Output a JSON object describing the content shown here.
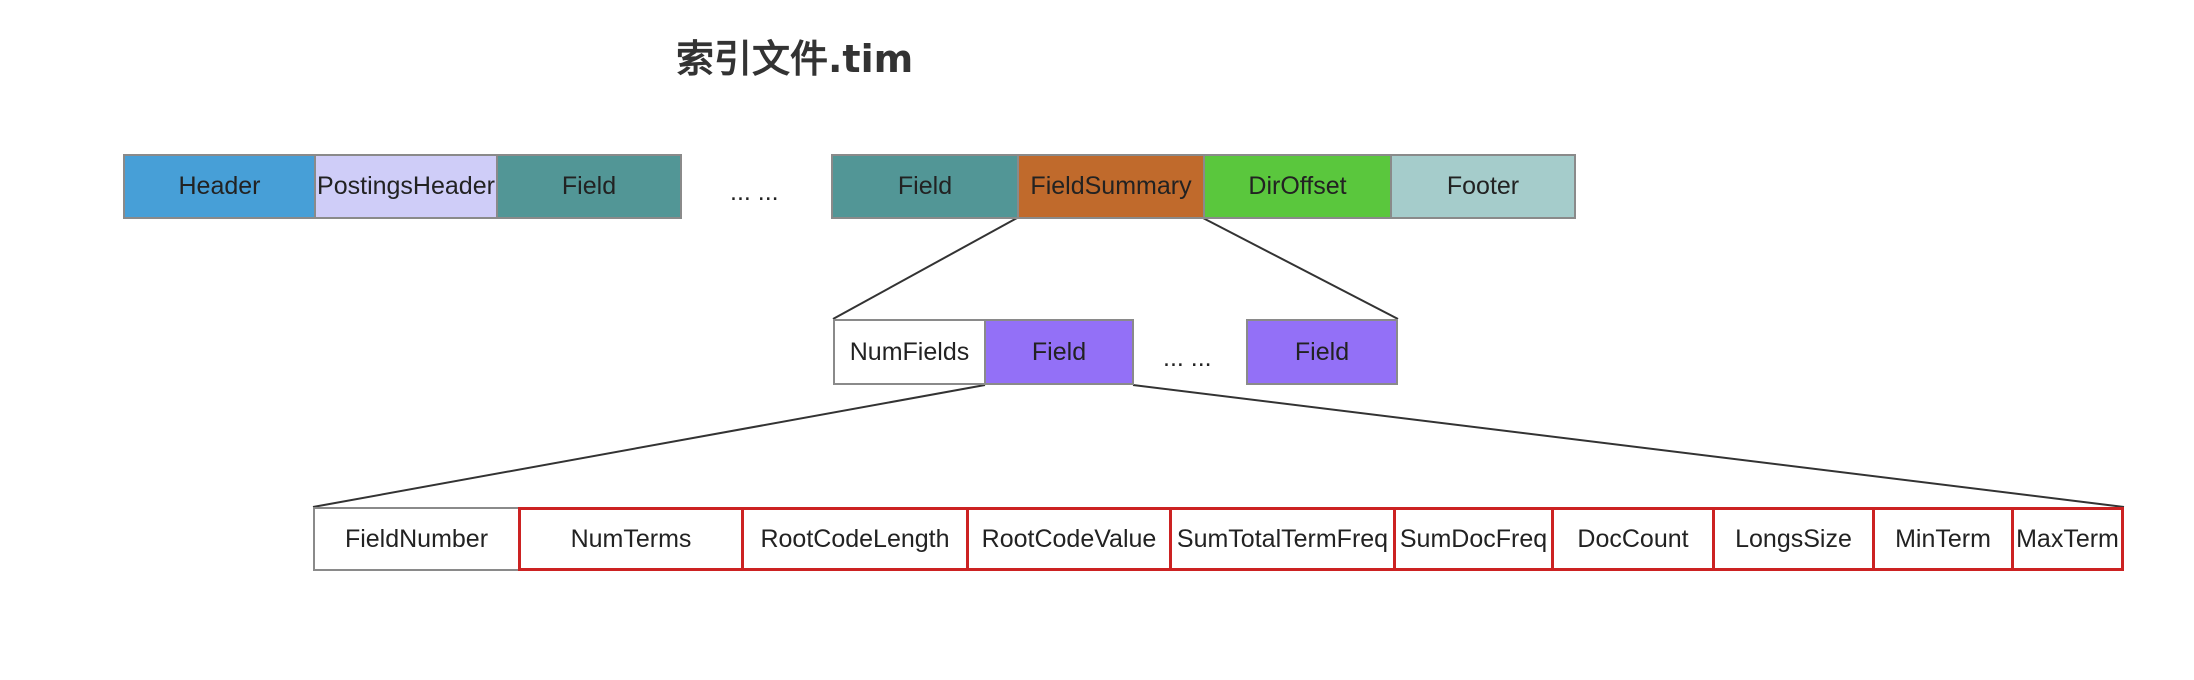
{
  "title": "索引文件.tim",
  "colors": {
    "header": "#479fd7",
    "postings_header": "#cfcdf8",
    "field_teal": "#529696",
    "field_summary": "#c06a2c",
    "dir_offset": "#5ac73d",
    "footer": "#a5cccb",
    "field_purple": "#9370f7",
    "red_outline": "#cc2222",
    "grey_outline": "#8a8a8a"
  },
  "row1": {
    "header": "Header",
    "postings_header": "PostingsHeader",
    "field_a": "Field",
    "ellipsis": "... ...",
    "field_b": "Field",
    "field_summary": "FieldSummary",
    "dir_offset": "DirOffset",
    "footer": "Footer"
  },
  "row2": {
    "num_fields": "NumFields",
    "field_a": "Field",
    "ellipsis": "... ...",
    "field_b": "Field"
  },
  "row3": {
    "field_number": "FieldNumber",
    "num_terms": "NumTerms",
    "root_code_length": "RootCodeLength",
    "root_code_value": "RootCodeValue",
    "sum_total_term_freq": "SumTotalTermFreq",
    "sum_doc_freq": "SumDocFreq",
    "doc_count": "DocCount",
    "longs_size": "LongsSize",
    "min_term": "MinTerm",
    "max_term": "MaxTerm"
  }
}
